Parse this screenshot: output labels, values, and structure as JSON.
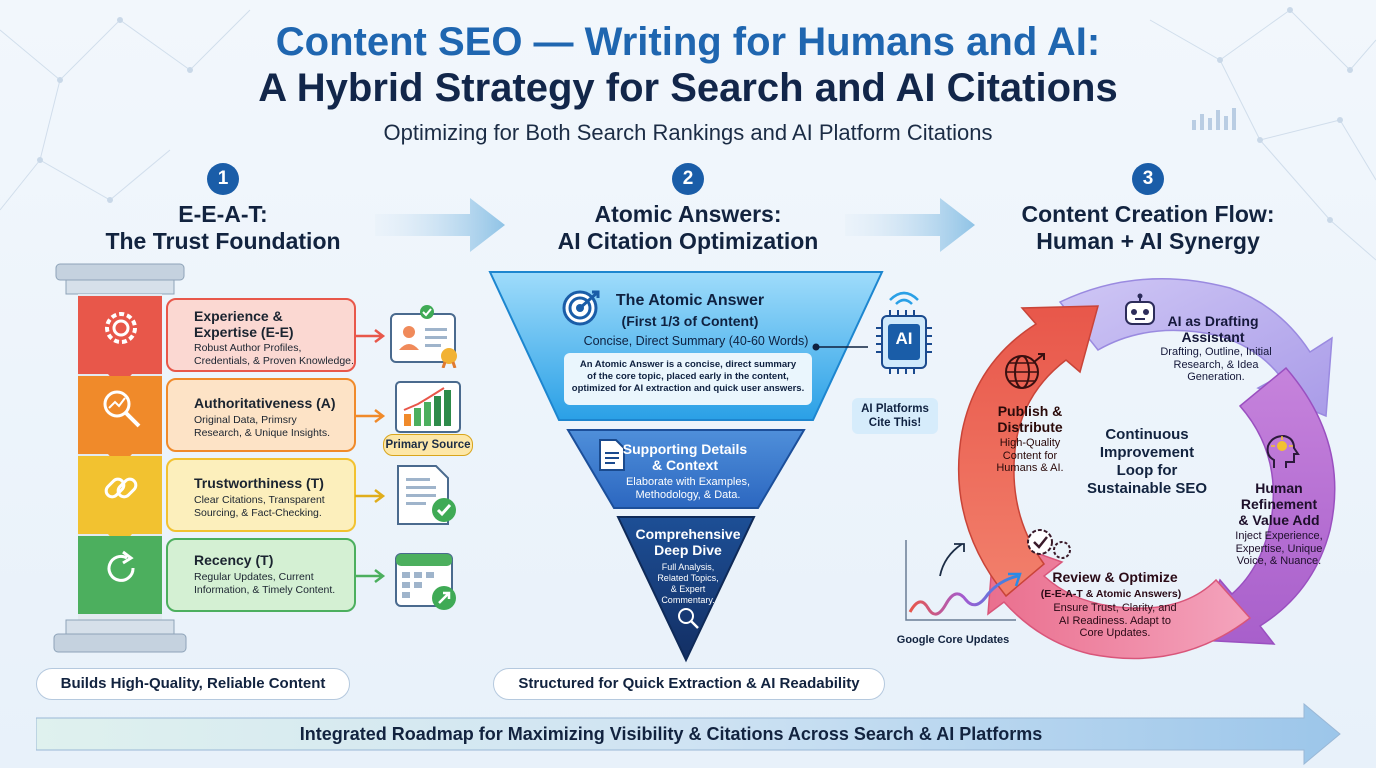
{
  "header": {
    "title_line1": "Content SEO — Writing for Humans and AI:",
    "title_line2": "A Hybrid Strategy for Search and AI Citations",
    "subtitle": "Optimizing for Both Search Rankings and AI Platform Citations"
  },
  "sections": [
    {
      "number": "1",
      "title_l1": "E-E-A-T:",
      "title_l2": "The Trust Foundation"
    },
    {
      "number": "2",
      "title_l1": "Atomic Answers:",
      "title_l2": "AI Citation Optimization"
    },
    {
      "number": "3",
      "title_l1": "Content Creation Flow:",
      "title_l2": "Human + AI Synergy"
    }
  ],
  "eeat": {
    "cards": [
      {
        "title_l1": "Experience &",
        "title_l2": "Expertise (E-E)",
        "desc_l1": "Robust Author Profiles,",
        "desc_l2": "Credentials, & Proven Knowledge.",
        "color": "#e8574a"
      },
      {
        "title_l1": "Authoritativeness (A)",
        "title_l2": "",
        "desc_l1": "Original Data, Primsry",
        "desc_l2": "Research, & Unique Insights.",
        "color": "#f08a2a"
      },
      {
        "title_l1": "Trustworthiness (T)",
        "title_l2": "",
        "desc_l1": "Clear Citations, Transparent",
        "desc_l2": "Sourcing, & Fact-Checking.",
        "color": "#f2c230"
      },
      {
        "title_l1": "Recency (T)",
        "title_l2": "",
        "desc_l1": "Regular Updates, Current",
        "desc_l2": "Information, & Timely Content.",
        "color": "#4caf5e"
      }
    ],
    "primary_source_badge": "Primary Source",
    "footer": "Builds High-Quality, Reliable Content"
  },
  "atomic": {
    "top": {
      "title": "The Atomic Answer",
      "subtitle": "(First 1/3 of Content)",
      "line": "Concise, Direct Summary (40-60 Words)",
      "box_l1": "An Atomic Answer is a concise, direct summary",
      "box_l2": "of the core topic, placed early in the content,",
      "box_l3": "optimized for AI extraction and quick user answers."
    },
    "middle": {
      "title_l1": "Supporting Details",
      "title_l2": "& Context",
      "desc_l1": "Elaborate with Examples,",
      "desc_l2": "Methodology, & Data."
    },
    "bottom": {
      "title_l1": "Comprehensive",
      "title_l2": "Deep Dive",
      "desc_l1": "Full Analysis,",
      "desc_l2": "Related Topics,",
      "desc_l3": "& Expert",
      "desc_l4": "Commentary."
    },
    "ai_chip": "AI",
    "ai_cite_l1": "AI Platforms",
    "ai_cite_l2": "Cite This!",
    "footer": "Structured for Quick Extraction & AI Readability"
  },
  "flow": {
    "center_l1": "Continuous",
    "center_l2": "Improvement",
    "center_l3": "Loop for",
    "center_l4": "Sustainable SEO",
    "drafting": {
      "title_l1": "AI as Drafting",
      "title_l2": "Assistant",
      "desc_l1": "Drafting, Outline, Initial",
      "desc_l2": "Research, & Idea",
      "desc_l3": "Generation."
    },
    "human": {
      "title_l1": "Human",
      "title_l2": "Refinement",
      "title_l3": "& Value Add",
      "desc_l1": "Inject Experience,",
      "desc_l2": "Expertise, Unique",
      "desc_l3": "Voice, & Nuance."
    },
    "review": {
      "title_l1": "Review & Optimize",
      "title_l2": "(E-E-A-T & Atomic Answers)",
      "desc_l1": "Ensure Trust, Clarity, and",
      "desc_l2": "AI Readiness. Adapt to",
      "desc_l3": "Core Updates."
    },
    "publish": {
      "title_l1": "Publish &",
      "title_l2": "Distribute",
      "desc_l1": "High-Quality",
      "desc_l2": "Content for",
      "desc_l3": "Humans & AI."
    },
    "google_label": "Google Core Updates"
  },
  "roadmap": "Integrated Roadmap for Maximizing Visibility & Citations Across Search & AI Platforms",
  "colors": {
    "title_blue": "#1f66b0",
    "navy": "#12264a",
    "accent": "#1a5da8"
  }
}
